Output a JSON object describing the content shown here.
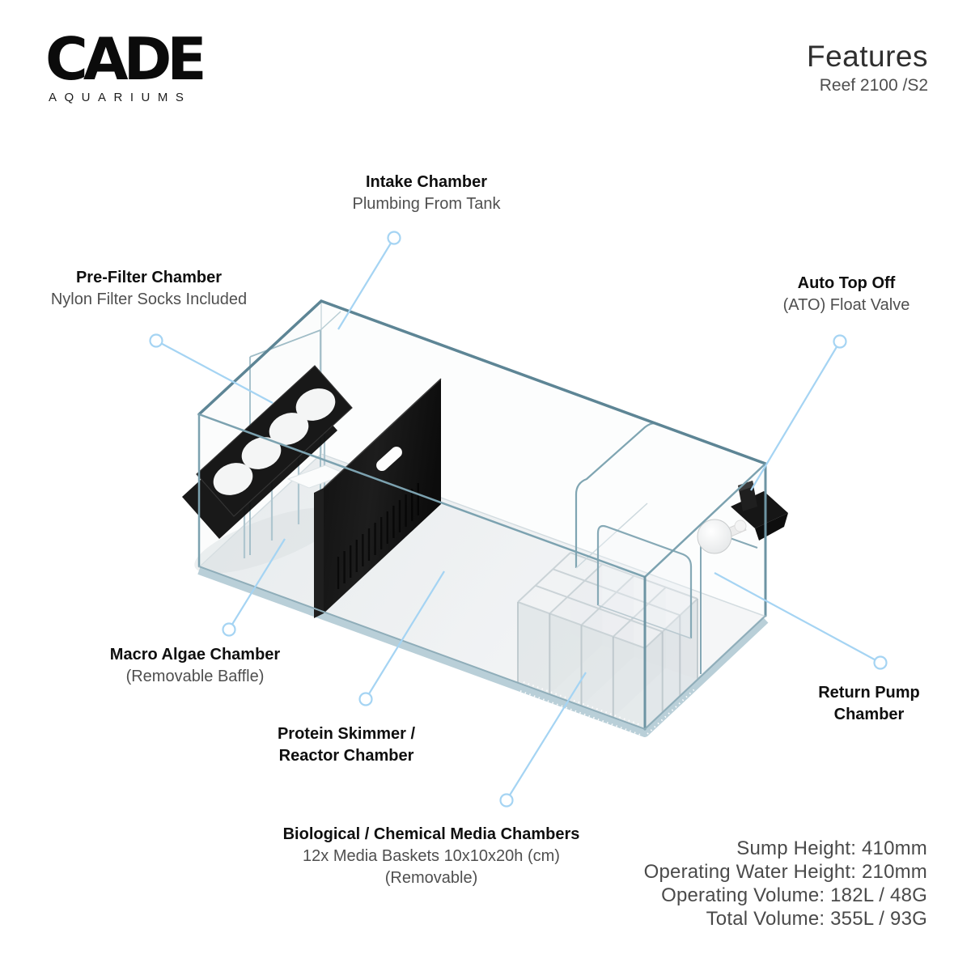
{
  "brand": {
    "name": "CADE",
    "tagline": "AQUARIUMS"
  },
  "header": {
    "title": "Features",
    "model": "Reef 2100 /S2"
  },
  "callouts": {
    "intake": {
      "title": "Intake Chamber",
      "sub": "Plumbing From Tank"
    },
    "prefilter": {
      "title": "Pre-Filter Chamber",
      "sub": "Nylon Filter Socks Included"
    },
    "ato": {
      "title": "Auto Top Off",
      "sub": "(ATO) Float Valve"
    },
    "macro": {
      "title": "Macro Algae Chamber",
      "sub": "(Removable Baffle)"
    },
    "skimmer": {
      "title_line1": "Protein Skimmer /",
      "title_line2": "Reactor Chamber"
    },
    "bio": {
      "title": "Biological / Chemical Media Chambers",
      "sub1": "12x Media Baskets 10x10x20h (cm)",
      "sub2": "(Removable)"
    },
    "return_pump": {
      "title_line1": "Return Pump",
      "title_line2": "Chamber"
    }
  },
  "specs": {
    "lines": [
      "Sump Height: 410mm",
      "Operating Water Height: 210mm",
      "Operating Volume: 182L / 48G",
      "Total Volume: 355L / 93G"
    ]
  },
  "colors": {
    "leader_line": "#a5d4f3",
    "glass_edge_dark": "#5d8595",
    "glass_edge": "#7ca2b0",
    "base_trim": "#b9cfd8",
    "panel_black": "#161616",
    "floor_gray": "#eceff1",
    "text_dark": "#0f0f0f",
    "text_gray": "#4f4f4f"
  }
}
